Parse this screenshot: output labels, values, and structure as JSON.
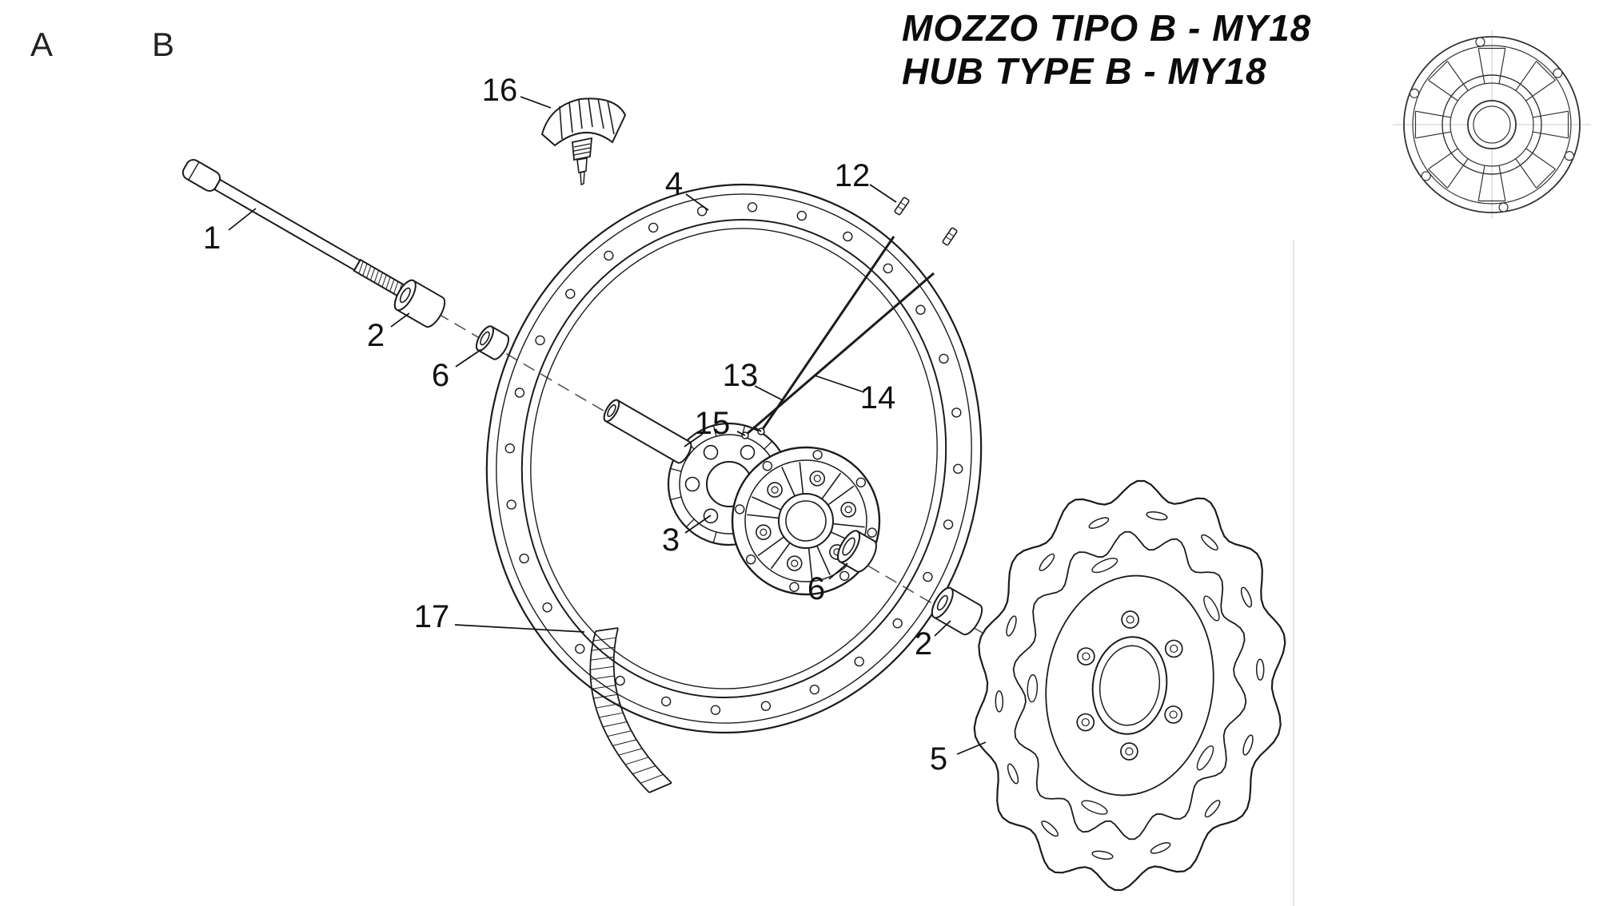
{
  "page": {
    "section_a": "A",
    "section_b": "B",
    "title_line1": "MOZZO TIPO B - MY18",
    "title_line2": "HUB TYPE B - MY18"
  },
  "callouts": [
    {
      "part": "front-wheel-axle",
      "label": "1"
    },
    {
      "part": "spacer-left",
      "label": "2"
    },
    {
      "part": "bearing-left",
      "label": "6"
    },
    {
      "part": "wheel-rim",
      "label": "4"
    },
    {
      "part": "rim-lock-valve",
      "label": "16"
    },
    {
      "part": "spoke-nipples",
      "label": "12"
    },
    {
      "part": "spoke-inner",
      "label": "13"
    },
    {
      "part": "spoke-outer",
      "label": "14"
    },
    {
      "part": "axle-sleeve",
      "label": "15"
    },
    {
      "part": "hub-flange",
      "label": "3"
    },
    {
      "part": "bearing-right",
      "label": "6"
    },
    {
      "part": "spacer-right",
      "label": "2"
    },
    {
      "part": "rim-tape",
      "label": "17"
    },
    {
      "part": "brake-disc",
      "label": "5"
    }
  ]
}
